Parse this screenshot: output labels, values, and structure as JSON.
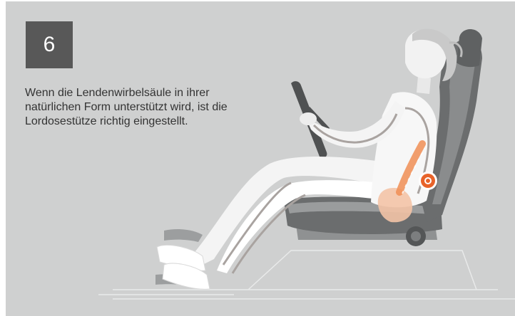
{
  "step": {
    "number": "6"
  },
  "instruction": {
    "text": "Wenn die Lendenwirbelsäule in ihrer natürlichen Form unterstützt wird, ist die Lordosestütze richtig eingestellt."
  },
  "illustration": {
    "subject": "driver seated in car seat with lumbar support",
    "accent_color": "#e8632a",
    "background_color": "#cfd0d0",
    "badge_color": "#585858"
  }
}
